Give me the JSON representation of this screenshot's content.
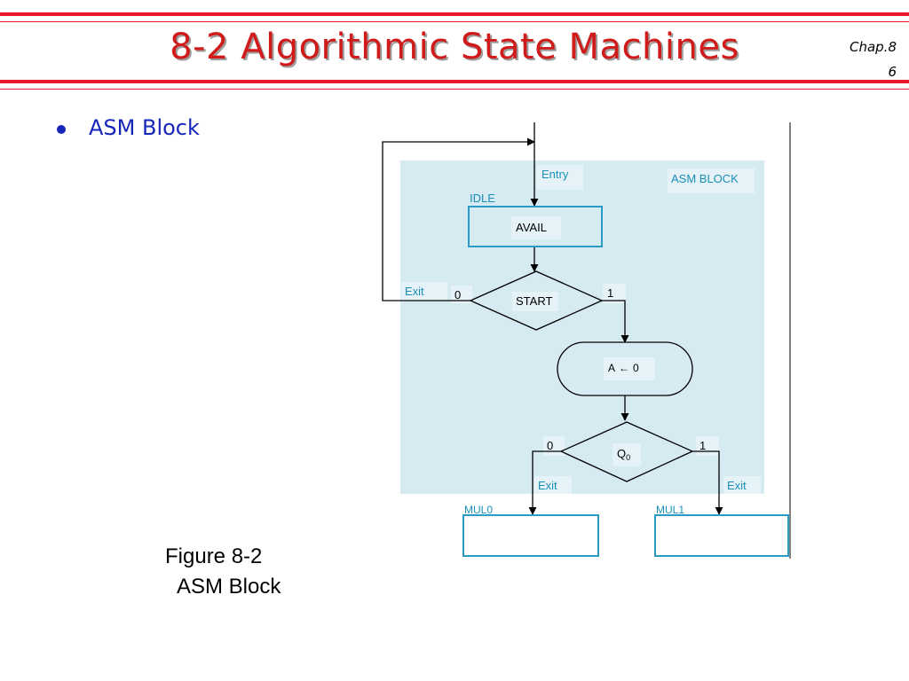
{
  "slide": {
    "title": "8-2 Algorithmic State Machines",
    "chapter": "Chap.8",
    "page_number": "6",
    "bullet": "ASM Block",
    "caption_line1": "Figure 8-2",
    "caption_line2": "ASM Block"
  },
  "diagram": {
    "block_label": "ASM BLOCK",
    "entry_label": "Entry",
    "state_name": "IDLE",
    "state_output": "AVAIL",
    "decision1": "START",
    "decision1_false": "0",
    "decision1_true": "1",
    "exit_left_label": "Exit",
    "conditional_output_var": "A",
    "conditional_output_arrow": "←",
    "conditional_output_value": "0",
    "decision2_main": "Q",
    "decision2_sub": "0",
    "decision2_false": "0",
    "decision2_true": "1",
    "exit_label_1": "Exit",
    "exit_label_2": "Exit",
    "next_state_1": "MUL0",
    "next_state_2": "MUL1"
  },
  "colors": {
    "rule_red": "#e8182a",
    "title_red": "#d11a1a",
    "bullet_blue": "#1726b8",
    "block_bg": "#d6eaf2",
    "box_stroke": "#2a9bc4",
    "label_bg": "#e5f2f7",
    "cyan_text": "#1a8fb8"
  }
}
